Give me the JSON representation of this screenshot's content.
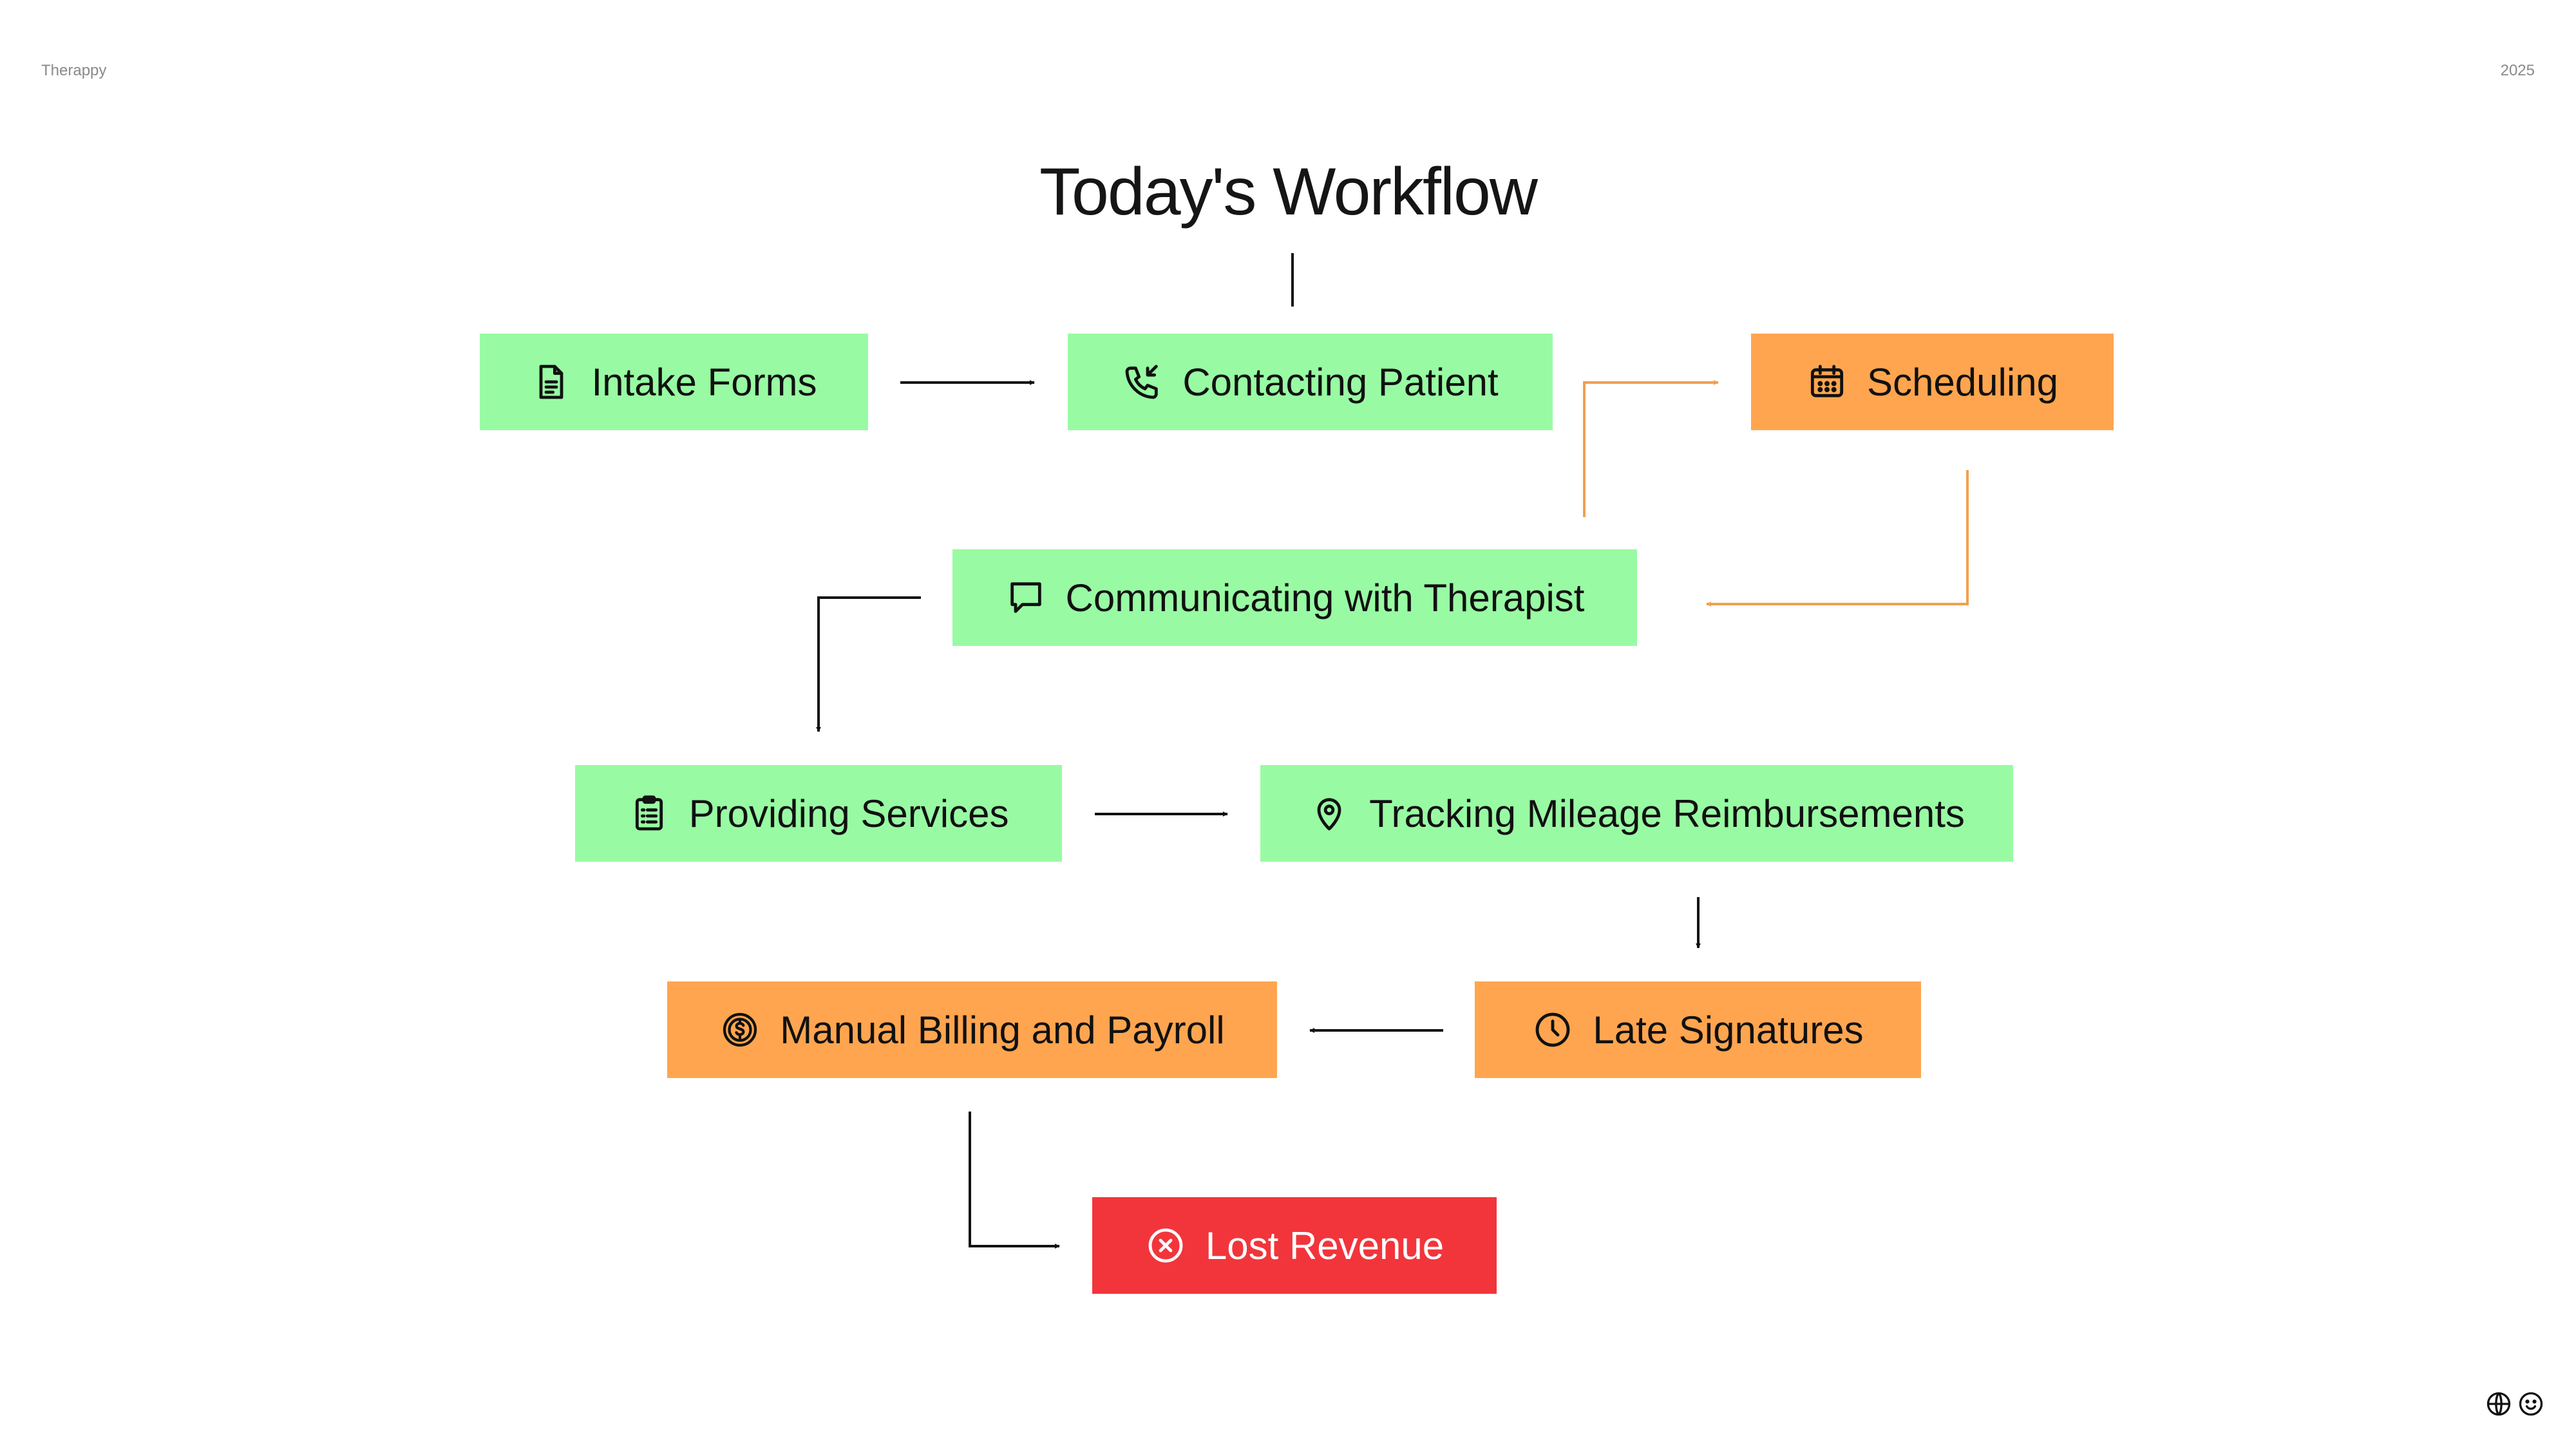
{
  "header": {
    "brand": "Therappy",
    "year": "2025"
  },
  "title": "Today's Workflow",
  "colors": {
    "ok": "#98FBA3",
    "warning": "#FFA54F",
    "danger": "#F2353B",
    "flow_ok": "#111111",
    "flow_warning": "#F0A050"
  },
  "nodes": [
    {
      "id": "intake",
      "label": "Intake Forms",
      "status": "ok",
      "icon": "document-icon"
    },
    {
      "id": "contact",
      "label": "Contacting Patient",
      "status": "ok",
      "icon": "phone-incoming-icon"
    },
    {
      "id": "schedule",
      "label": "Scheduling",
      "status": "warning",
      "icon": "calendar-icon"
    },
    {
      "id": "communic",
      "label": "Communicating with Therapist",
      "status": "ok",
      "icon": "chat-bubble-icon"
    },
    {
      "id": "providing",
      "label": "Providing Services",
      "status": "ok",
      "icon": "clipboard-icon"
    },
    {
      "id": "tracking",
      "label": "Tracking Mileage Reimbursements",
      "status": "ok",
      "icon": "map-pin-icon"
    },
    {
      "id": "late",
      "label": "Late Signatures",
      "status": "warning",
      "icon": "clock-icon"
    },
    {
      "id": "billing",
      "label": "Manual Billing and Payroll",
      "status": "warning",
      "icon": "dollar-coin-icon"
    },
    {
      "id": "lost",
      "label": "Lost Revenue",
      "status": "danger",
      "icon": "x-circle-icon"
    }
  ],
  "edges": [
    {
      "from": "intake",
      "to": "contact"
    },
    {
      "from": "contact",
      "to": "schedule",
      "style": "warning"
    },
    {
      "from": "schedule",
      "to": "communic",
      "style": "warning"
    },
    {
      "from": "communic",
      "to": "providing"
    },
    {
      "from": "providing",
      "to": "tracking"
    },
    {
      "from": "tracking",
      "to": "late"
    },
    {
      "from": "late",
      "to": "billing"
    },
    {
      "from": "billing",
      "to": "lost"
    }
  ],
  "footer": {
    "icons": [
      "globe-icon",
      "smiley-icon"
    ]
  }
}
